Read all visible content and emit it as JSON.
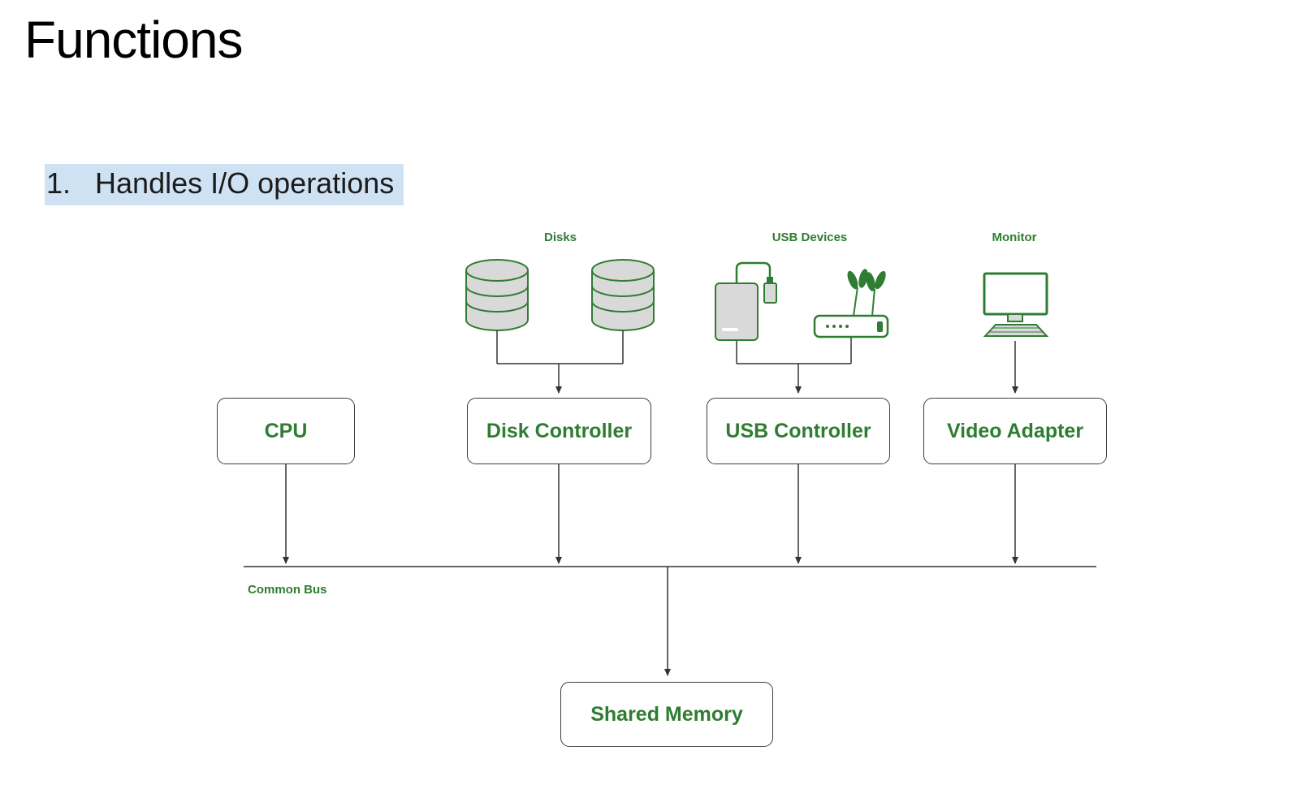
{
  "slide": {
    "title": "Functions",
    "list_item": {
      "marker": "1.",
      "text": "Handles I/O operations"
    }
  },
  "diagram": {
    "device_labels": {
      "disks": "Disks",
      "usb": "USB Devices",
      "monitor": "Monitor"
    },
    "bus_label": "Common Bus",
    "nodes": {
      "cpu": "CPU",
      "disk_controller": "Disk Controller",
      "usb_controller": "USB Controller",
      "video_adapter": "Video Adapter",
      "shared_memory": "Shared Memory"
    }
  },
  "colors": {
    "green": "#2e7d32",
    "line": "#333333",
    "box_border": "#3d3d3d",
    "highlight": "#cfe2f3",
    "icon_fill": "#d9d9d9",
    "title_color": "#000000",
    "text_color": "#1b1b1b",
    "background": "#ffffff"
  }
}
